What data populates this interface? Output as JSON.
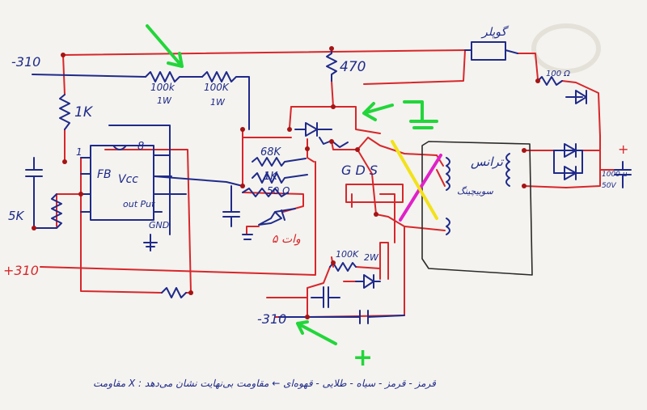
{
  "labels": {
    "minus310_top": "-310",
    "minus310_bottom": "-310",
    "plus310": "+310",
    "r1k": "1K",
    "r5k": "5K",
    "r100k_1w_a": "100k",
    "r100k_1w_a_w": "1W",
    "r100k_1w_b": "100K",
    "r100k_1w_b_w": "1W",
    "r470": "470",
    "r68k": "68K",
    "r1k_mid": "1K",
    "r50": "50 Ω",
    "r100k_2w": "100K",
    "r100k_2w_w": "2W",
    "r100ohm": "100 Ω",
    "cap_1000u": "1000 µ",
    "cap_50v": "50V",
    "gds": "G  D  S",
    "pin1": "1",
    "pin8": "8",
    "fb": "FB",
    "vcc": "Vcc",
    "out_put": "out Put",
    "gnd": "GND",
    "x_mark": "X",
    "plus_sign": "+",
    "plus_out": "+",
    "buzzer_fa": "گوپلر",
    "trans_fa": "ترانس",
    "switching_fa": "سوییچینگ",
    "watts_fa": "۵ وات",
    "note_fa": "مقاومت X : قرمز - قرمز - سیاه - طلایی - قهوه‌ای ← مقاومت بی‌نهایت نشان می‌دهد"
  },
  "colors": {
    "pen_blue": "#1f2a8a",
    "pen_red": "#d8262a",
    "arrow_green": "#22d63a",
    "mark_magenta": "#e020c8",
    "mark_yellow": "#f2e21a"
  }
}
